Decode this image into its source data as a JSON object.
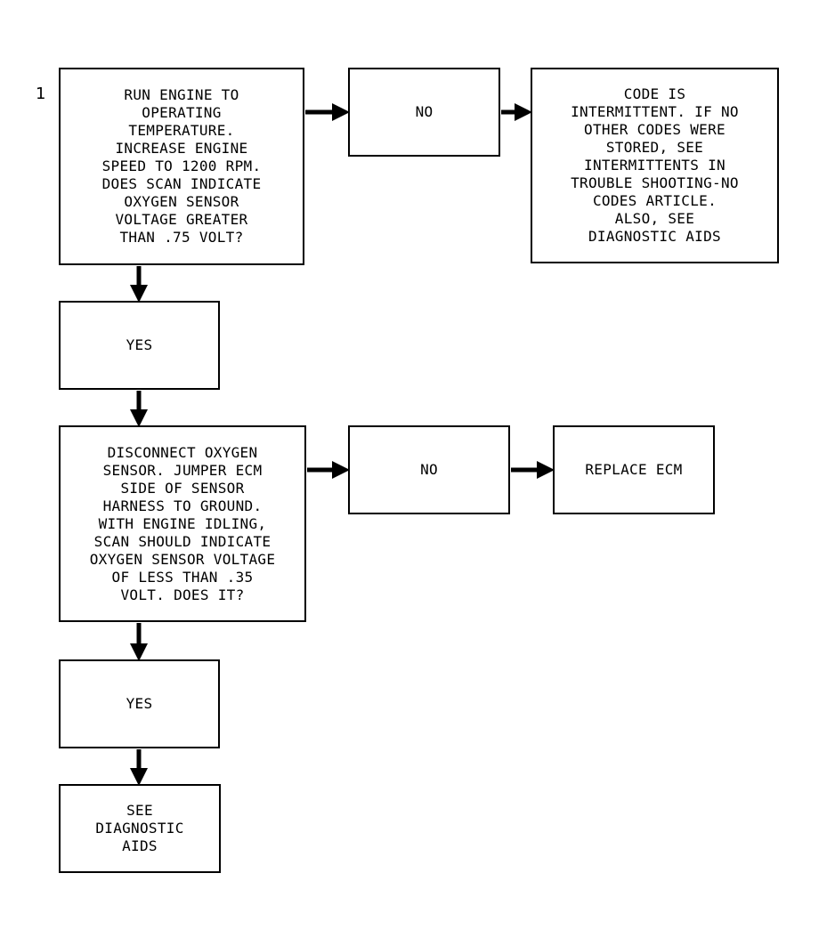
{
  "flowchart": {
    "step_number": "1",
    "nodes": {
      "q1": "RUN ENGINE TO\nOPERATING\nTEMPERATURE.\nINCREASE ENGINE\nSPEED TO 1200 RPM.\nDOES SCAN INDICATE\nOXYGEN SENSOR\nVOLTAGE GREATER\nTHAN .75 VOLT?",
      "no1": "NO",
      "r1": "CODE IS\nINTERMITTENT. IF NO\nOTHER CODES WERE\nSTORED, SEE\nINTERMITTENTS IN\nTROUBLE SHOOTING-NO\nCODES ARTICLE.\nALSO, SEE\nDIAGNOSTIC AIDS",
      "yes1": "YES",
      "q2": "DISCONNECT OXYGEN\nSENSOR. JUMPER ECM\nSIDE OF SENSOR\nHARNESS TO GROUND.\nWITH ENGINE IDLING,\nSCAN SHOULD INDICATE\nOXYGEN SENSOR VOLTAGE\nOF LESS THAN .35\nVOLT. DOES IT?",
      "no2": "NO",
      "r2": "REPLACE ECM",
      "yes2": "YES",
      "r3": "SEE\nDIAGNOSTIC\nAIDS"
    }
  }
}
